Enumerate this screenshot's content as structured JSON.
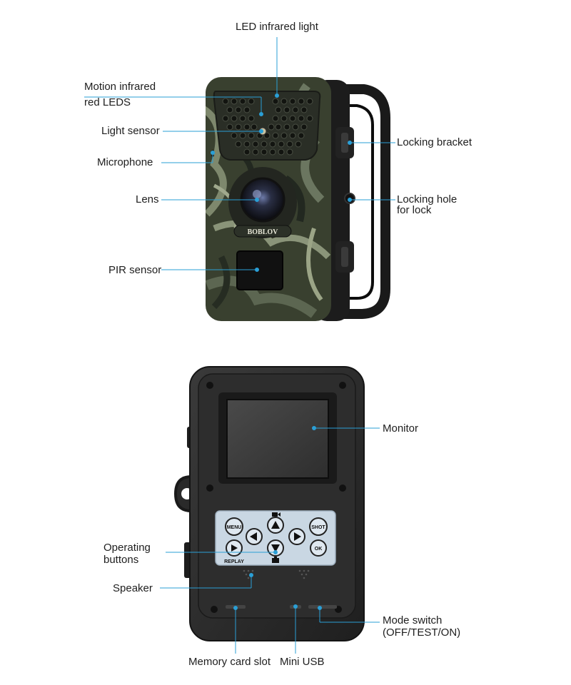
{
  "labels": {
    "led_infrared_light": "LED infrared light",
    "motion_infrared_line1": "Motion infrared",
    "motion_infrared_line2": "red LEDS",
    "light_sensor": "Light sensor",
    "microphone": "Microphone",
    "lens": "Lens",
    "pir_sensor": "PIR sensor",
    "locking_bracket": "Locking bracket",
    "locking_hole_line1": "Locking hole",
    "locking_hole_line2": "for lock",
    "monitor": "Monitor",
    "operating_buttons_line1": "Operating",
    "operating_buttons_line2": "buttons",
    "speaker": "Speaker",
    "mode_switch_line1": "Mode switch",
    "mode_switch_line2": "(OFF/TEST/ON)",
    "memory_card_slot": "Memory card slot",
    "mini_usb": "Mini USB"
  },
  "device": {
    "brand": "BOBLOV",
    "buttons": {
      "menu": "MENU",
      "shot": "SHOT",
      "ok": "OK",
      "replay": "REPLAY"
    }
  },
  "colors": {
    "leader_line": "#2a9fd6",
    "camo_dark": "#2f3529",
    "camo_mid": "#4e5a44",
    "camo_light": "#8a9479",
    "bracket": "#1a1a1a",
    "back_body": "#2b2b2b",
    "screen": "#3a3a3a",
    "keypad": "#c9d7e3"
  }
}
